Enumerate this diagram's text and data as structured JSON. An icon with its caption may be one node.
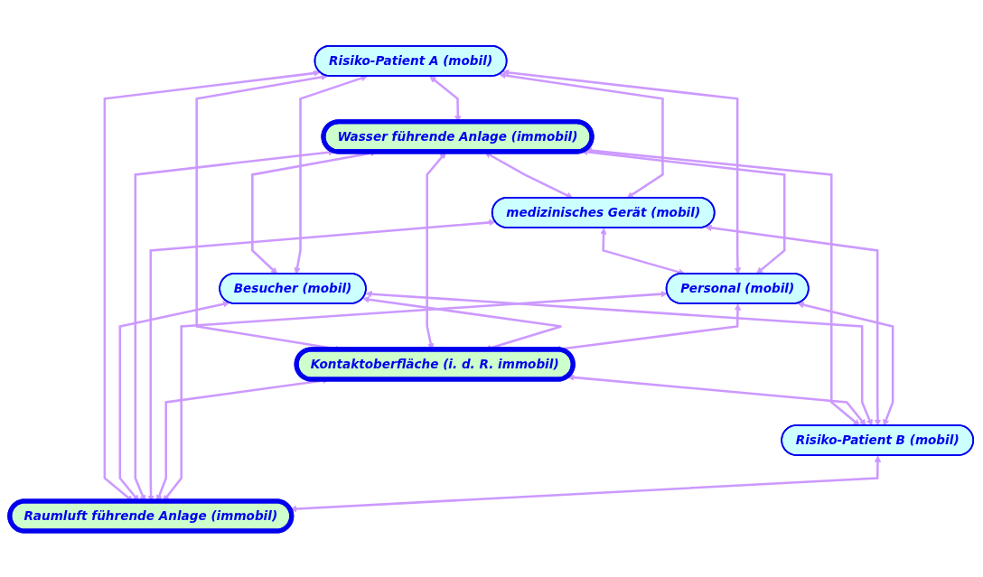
{
  "diagram": {
    "nodes": [
      {
        "text": [
          "Wasser führende Anlage (immobil)"
        ]
      },
      {
        "text": [
          "Risiko-Patient A (mobil)"
        ]
      },
      {
        "text": [
          "Besucher (mobil)"
        ]
      },
      {
        "text": [
          "medizinisches Gerät (mobil)"
        ]
      },
      {
        "text": [
          "Kontaktoberfläche (i. d. R. immobil)"
        ]
      },
      {
        "text": [
          "Personal (mobil)"
        ]
      },
      {
        "text": [
          "Risiko-Patient B (mobil)"
        ]
      },
      {
        "text": [
          "Raumluft führende Anlage (immobil)"
        ]
      }
    ],
    "edges": [
      {
        "from": 1,
        "to": 0,
        "arrow": "both"
      },
      {
        "from": 0,
        "to": 2,
        "arrow": "both"
      },
      {
        "from": 1,
        "to": 2,
        "arrow": "both"
      },
      {
        "from": 1,
        "to": 7,
        "arrow": "both"
      },
      {
        "from": 2,
        "to": 7,
        "arrow": "both"
      },
      {
        "from": 1,
        "to": 4,
        "arrow": "both"
      },
      {
        "from": 0,
        "to": 3,
        "arrow": "both"
      },
      {
        "from": 0,
        "to": 4,
        "arrow": "both"
      },
      {
        "from": 0,
        "to": 7,
        "arrow": "both"
      },
      {
        "from": 5,
        "to": 0,
        "arrow": "both"
      },
      {
        "from": 0,
        "to": 6,
        "arrow": "both"
      },
      {
        "from": 1,
        "to": 3,
        "arrow": "both"
      },
      {
        "from": 3,
        "to": 5,
        "arrow": "both"
      },
      {
        "from": 1,
        "to": 5,
        "arrow": "both"
      },
      {
        "from": 2,
        "to": 4,
        "arrow": "both"
      },
      {
        "from": 4,
        "to": 6,
        "arrow": "both"
      },
      {
        "from": 2,
        "to": 6,
        "arrow": "both"
      },
      {
        "from": 3,
        "to": 6,
        "arrow": "both"
      },
      {
        "from": 5,
        "to": 4,
        "arrow": "both"
      },
      {
        "from": 5,
        "to": 6,
        "arrow": "both"
      },
      {
        "from": 3,
        "to": 7,
        "arrow": "both"
      },
      {
        "from": 4,
        "to": 7,
        "arrow": "both"
      },
      {
        "from": 5,
        "to": 7,
        "arrow": "both"
      },
      {
        "from": 6,
        "to": 7,
        "arrow": "both"
      }
    ]
  }
}
